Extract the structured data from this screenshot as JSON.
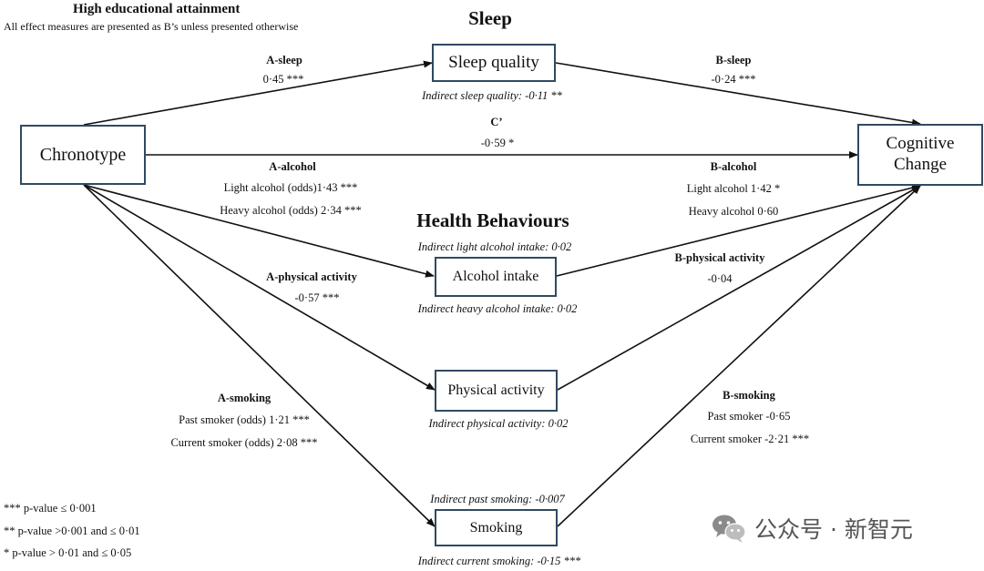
{
  "header": {
    "title": "High educational attainment",
    "subtitle": "All effect measures are presented as B’s unless presented otherwise"
  },
  "sections": {
    "sleep": "Sleep",
    "health": "Health Behaviours"
  },
  "nodes": {
    "chronotype": "Chronotype",
    "sleep_quality": "Sleep quality",
    "cognitive_change": "Cognitive Change",
    "alcohol_intake": "Alcohol intake",
    "physical_activity": "Physical activity",
    "smoking": "Smoking"
  },
  "paths": {
    "a_sleep": {
      "label": "A-sleep",
      "value": "0·45 ***"
    },
    "b_sleep": {
      "label": "B-sleep",
      "value": "-0·24 ***"
    },
    "c_prime": {
      "label": "C’",
      "value": "-0·59 *"
    },
    "a_alcohol": {
      "label": "A-alcohol",
      "light": "Light alcohol (odds)1·43 ***",
      "heavy": "Heavy alcohol (odds) 2·34 ***"
    },
    "b_alcohol": {
      "label": "B-alcohol",
      "light": "Light alcohol 1·42 *",
      "heavy": "Heavy alcohol 0·60"
    },
    "a_physical": {
      "label": "A-physical activity",
      "value": "-0·57 ***"
    },
    "b_physical": {
      "label": "B-physical activity",
      "value": "-0·04"
    },
    "a_smoking": {
      "label": "A-smoking",
      "past": "Past smoker (odds) 1·21 ***",
      "current": "Current smoker (odds) 2·08 ***"
    },
    "b_smoking": {
      "label": "B-smoking",
      "past": "Past smoker -0·65",
      "current": "Current smoker -2·21 ***"
    }
  },
  "indirect": {
    "sleep": "Indirect sleep quality: -0·11 **",
    "light_alcohol": "Indirect light alcohol intake: 0·02",
    "heavy_alcohol": "Indirect heavy alcohol intake: 0·02",
    "physical": "Indirect physical activity: 0·02",
    "past_smoking": "Indirect past smoking: -0·007",
    "current_smoking": "Indirect current smoking: -0·15 ***"
  },
  "legend": [
    "*** p-value ≤ 0·001",
    "** p-value >0·001 and ≤ 0·01",
    "* p-value > 0·01 and  ≤ 0·05"
  ],
  "watermark": "公众号 · 新智元"
}
